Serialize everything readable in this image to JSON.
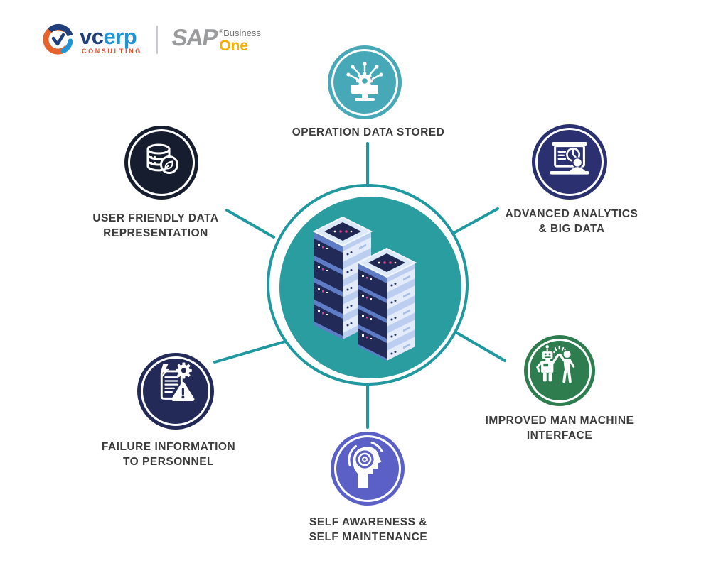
{
  "header": {
    "vcerp": {
      "text_vc": "vc",
      "text_erp": "erp",
      "tagline": "CONSULTING"
    },
    "sap": {
      "name": "SAP",
      "registered": "®",
      "business": "Business",
      "one": "One"
    }
  },
  "labels": {
    "operation": {
      "line1": "OPERATION DATA STORED"
    },
    "user_friendly": {
      "line1": "USER FRIENDLY DATA",
      "line2": "REPRESENTATION"
    },
    "analytics": {
      "line1": "ADVANCED ANALYTICS",
      "line2": "& BIG DATA"
    },
    "failure": {
      "line1": "FAILURE INFORMATION",
      "line2": "TO PERSONNEL"
    },
    "self_awareness": {
      "line1": "SELF AWARENESS &",
      "line2": "SELF MAINTENANCE"
    },
    "man_machine": {
      "line1": "IMPROVED MAN MACHINE",
      "line2": "INTERFACE"
    }
  },
  "colors": {
    "hub_fill": "#2A9DA0",
    "hub_ring": "#1F98A0",
    "spoke": "#1F98A0",
    "node_operation": "#47A9B7",
    "node_user_friendly": "#161D2F",
    "node_analytics": "#2A3070",
    "node_failure": "#232A58",
    "node_self_awareness": "#5A60C6",
    "node_man_machine": "#2E7D4F",
    "label_text": "#3C3C3C",
    "vcerp_blue_dark": "#20407C",
    "vcerp_blue_light": "#2095D5",
    "vcerp_orange": "#E2502A",
    "sap_gray": "#9A9B9D",
    "sap_gold": "#EFB000"
  }
}
